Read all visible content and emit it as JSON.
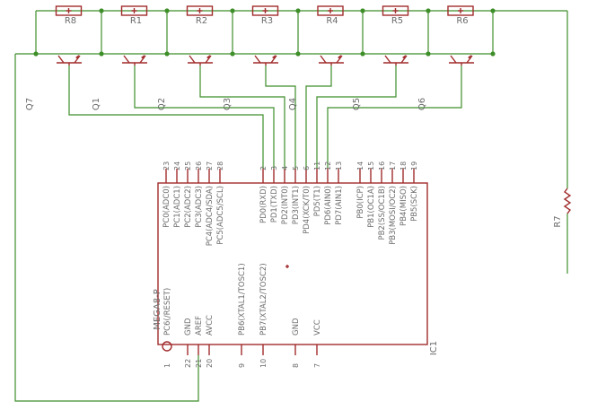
{
  "resistors": [
    "R8",
    "R1",
    "R2",
    "R3",
    "R4",
    "R5",
    "R6"
  ],
  "resistor_r7": "R7",
  "transistors": [
    "Q7",
    "Q1",
    "Q2",
    "Q3",
    "Q4",
    "Q5",
    "Q6"
  ],
  "ic": {
    "name": "IC1",
    "part": "MEGA8-P",
    "top_pins": [
      {
        "num": "23",
        "sig": "PC0(ADC0)"
      },
      {
        "num": "24",
        "sig": "PC1(ADC1)"
      },
      {
        "num": "25",
        "sig": "PC2(ADC2)"
      },
      {
        "num": "26",
        "sig": "PC3(ADC3)"
      },
      {
        "num": "27",
        "sig": "PC4(ADC4/SDA)"
      },
      {
        "num": "28",
        "sig": "PC5(ADC5/SCL)"
      },
      {
        "num": "2",
        "sig": "PD0(RXD)"
      },
      {
        "num": "3",
        "sig": "PD1(TXD)"
      },
      {
        "num": "4",
        "sig": "PD2(INT0)"
      },
      {
        "num": "5",
        "sig": "PD3(INT1)"
      },
      {
        "num": "6",
        "sig": "PD4(XCK/T0)"
      },
      {
        "num": "11",
        "sig": "PD5(T1)"
      },
      {
        "num": "12",
        "sig": "PD6(AIN0)"
      },
      {
        "num": "13",
        "sig": "PD7(AIN1)"
      },
      {
        "num": "14",
        "sig": "PB0(ICP)"
      },
      {
        "num": "15",
        "sig": "PB1(OC1A)"
      },
      {
        "num": "16",
        "sig": "PB2(SS/OC1B)"
      },
      {
        "num": "17",
        "sig": "PB3(MOSI/OC2)"
      },
      {
        "num": "18",
        "sig": "PB4(MISO)"
      },
      {
        "num": "19",
        "sig": "PB5(SCK)"
      }
    ],
    "bottom_pins": [
      {
        "num": "1",
        "sig": "PC6(/RESET)"
      },
      {
        "num": "22",
        "sig": "GND"
      },
      {
        "num": "21",
        "sig": "AREF"
      },
      {
        "num": "20",
        "sig": "AVCC"
      },
      {
        "num": "9",
        "sig": "PB6(XTAL1/TOSC1)"
      },
      {
        "num": "10",
        "sig": "PB7(XTAL2/TOSC2)"
      },
      {
        "num": "8",
        "sig": "GND"
      },
      {
        "num": "7",
        "sig": "VCC"
      }
    ]
  },
  "colors": {
    "wire": "#3e8e2a",
    "part": "#a12c2c",
    "text": "#6b6b6b"
  }
}
